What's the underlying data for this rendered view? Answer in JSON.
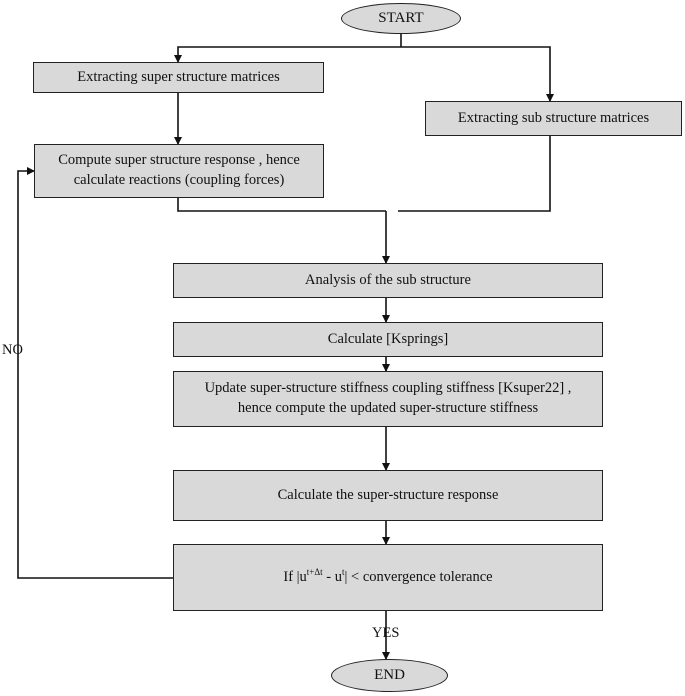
{
  "diagram": {
    "start": "START",
    "end": "END",
    "steps": {
      "extract_super": "Extracting super structure matrices",
      "extract_sub": "Extracting sub structure matrices",
      "compute_super_line1": "Compute super structure response , hence",
      "compute_super_line2": "calculate reactions (coupling forces)",
      "analysis_sub": "Analysis of the sub structure",
      "calc_ksprings": "Calculate [Ksprings]",
      "update_line1": "Update super-structure stiffness coupling stiffness [Ksuper22] ,",
      "update_line2": "hence compute the updated super-structure stiffness",
      "calc_response": "Calculate the super-structure response"
    },
    "decision": {
      "prefix": "If |u",
      "sup1": "t+Δt",
      "middle": " - u",
      "sup2": "t",
      "suffix": "| < convergence tolerance"
    },
    "labels": {
      "no": "NO",
      "yes": "YES"
    }
  }
}
